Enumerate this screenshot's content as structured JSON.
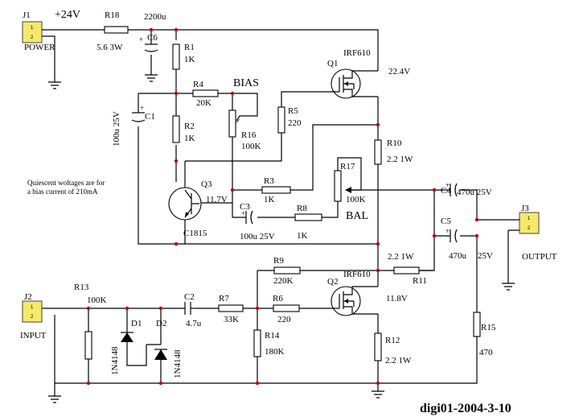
{
  "supply": {
    "label": "+24V"
  },
  "connectors": [
    {
      "ref": "J1",
      "name": "POWER"
    },
    {
      "ref": "J2",
      "name": "INPUT"
    },
    {
      "ref": "J3",
      "name": "OUTPUT"
    }
  ],
  "pin_labels": [
    "1",
    "2"
  ],
  "resistors": [
    {
      "ref": "R18",
      "value": "5.6  3W"
    },
    {
      "ref": "R1",
      "value": "1K"
    },
    {
      "ref": "R2",
      "value": "1K"
    },
    {
      "ref": "R4",
      "value": "20K"
    },
    {
      "ref": "R5",
      "value": "220"
    },
    {
      "ref": "R16",
      "value": "100K",
      "tag": "BIAS"
    },
    {
      "ref": "R3",
      "value": "1K"
    },
    {
      "ref": "R8",
      "value": "1K"
    },
    {
      "ref": "R17",
      "value": "100K",
      "tag": "BAL"
    },
    {
      "ref": "R10",
      "value": "2.2  1W"
    },
    {
      "ref": "R9",
      "value": "220K"
    },
    {
      "ref": "R11",
      "value": "2.2  1W"
    },
    {
      "ref": "R6",
      "value": "220"
    },
    {
      "ref": "R7",
      "value": "33K"
    },
    {
      "ref": "R13",
      "value": "100K"
    },
    {
      "ref": "R14",
      "value": "180K"
    },
    {
      "ref": "R12",
      "value": "2.2  1W"
    },
    {
      "ref": "R15",
      "value": "470"
    }
  ],
  "capacitors": [
    {
      "ref": "C6",
      "value": "2200u"
    },
    {
      "ref": "C1",
      "value": "100u  25V"
    },
    {
      "ref": "C3",
      "value": "100u   25V"
    },
    {
      "ref": "C4",
      "value": "470u  25V"
    },
    {
      "ref": "C5",
      "value": "470u",
      "value2": "25V"
    },
    {
      "ref": "C2",
      "value": "4.7u"
    }
  ],
  "transistors": [
    {
      "ref": "Q1",
      "type": "IRF610",
      "voltage": "22.4V"
    },
    {
      "ref": "Q2",
      "type": "IRF610",
      "voltage": "11.8V"
    },
    {
      "ref": "Q3",
      "type": "C1815",
      "voltage": "11.7V"
    }
  ],
  "diodes": [
    {
      "ref": "D1",
      "type": "1N4148"
    },
    {
      "ref": "D2",
      "type": "1N4148"
    }
  ],
  "note": {
    "line1": "Quiescent woltages are for",
    "line2": "a bias current of 210mA"
  },
  "footer": "digi01-2004-3-10"
}
